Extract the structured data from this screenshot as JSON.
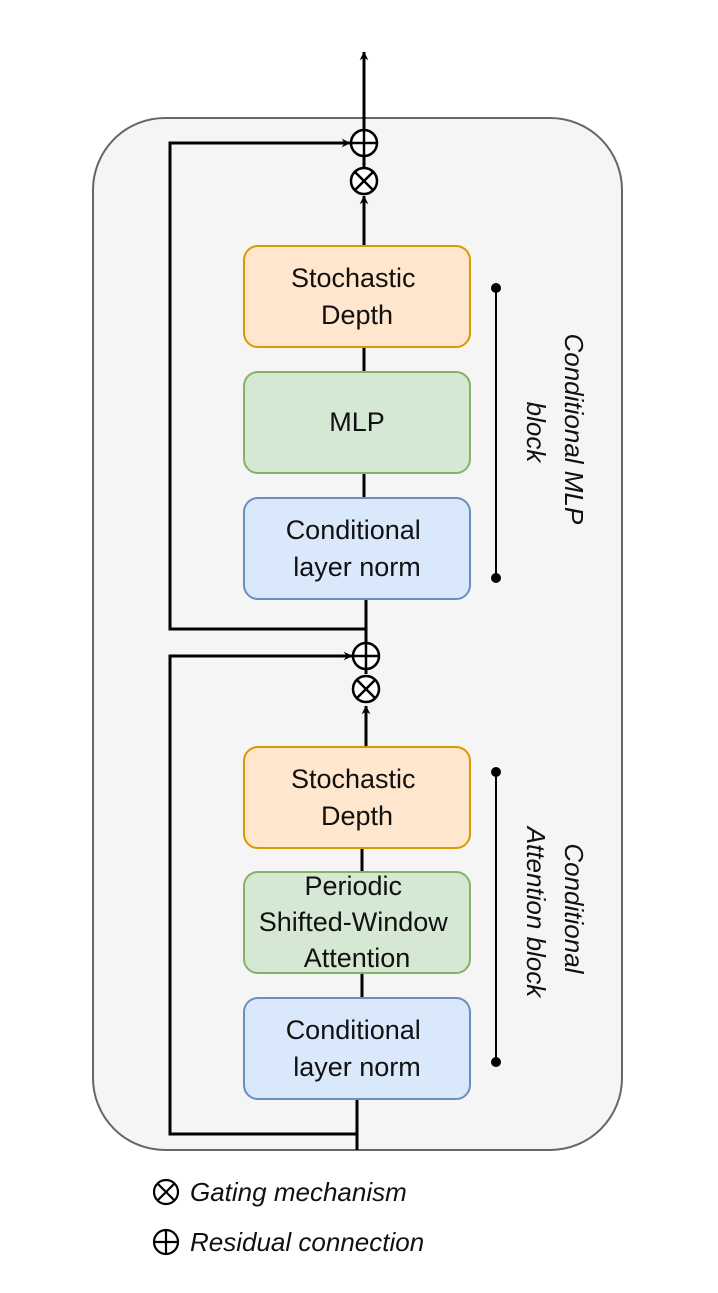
{
  "colors": {
    "container_fill": "#f5f5f5",
    "container_stroke": "#666666",
    "orange_fill": "#ffe6cc",
    "orange_stroke": "#d79b00",
    "green_fill": "#d5e8d4",
    "green_stroke": "#82b366",
    "blue_fill": "#dae8fc",
    "blue_stroke": "#6c8ebf"
  },
  "mlp_block": {
    "label_lines": [
      "Conditional MLP",
      "block"
    ],
    "stochastic_depth_lines": [
      "Stochastic",
      "Depth"
    ],
    "mlp_lines": [
      "MLP"
    ],
    "layer_norm_lines": [
      "Conditional",
      "layer norm"
    ]
  },
  "attention_block": {
    "label_lines": [
      "Conditional",
      "Attention block"
    ],
    "stochastic_depth_lines": [
      "Stochastic",
      "Depth"
    ],
    "attention_lines": [
      "Periodic",
      "Shifted-Window",
      "Attention"
    ],
    "layer_norm_lines": [
      "Conditional",
      "layer norm"
    ]
  },
  "symbols": {
    "gating": "gating-symbol-icon",
    "residual": "residual-symbol-icon"
  },
  "legend": {
    "gating": "Gating mechanism",
    "residual": "Residual connection"
  }
}
